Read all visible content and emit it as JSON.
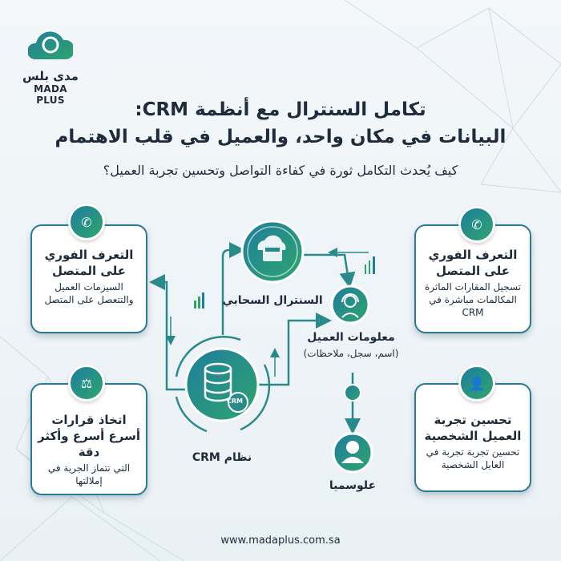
{
  "brand": {
    "name_ar": "مدى بلس",
    "name_en": "MADA PLUS"
  },
  "title": {
    "line1": "تكامل السنترال مع أنظمة CRM:",
    "line2": "البيانات في مكان واحد، والعميل في قلب الاهتمام"
  },
  "subtitle": "كيف يُحدث التكامل ثورة في كفاءة التواصل وتحسين تجربة العميل؟",
  "cards": [
    {
      "icon": "phone-signal-icon",
      "title": "التعرف الفوري على المتصل",
      "text": "السيزمات العميل والتتعصل على المتصل"
    },
    {
      "icon": "scales-icon",
      "title": "اتخاذ قرارات أسرع أسرع وأكثر دقة",
      "text": "التي تتماز الجرية في إملالتها"
    },
    {
      "icon": "phone-chat-icon",
      "title": "التعرف الفوري على المتصل",
      "text": "تسجيل المقارات الماثرة المكالمات مباشرة في CRM"
    },
    {
      "icon": "user-tie-icon",
      "title": "تحسين تجربة العميل الشخصية",
      "text": "تحسين تجربة تجربة في العايل الشخصية"
    }
  ],
  "nodes": {
    "pbx": "السنترال السحابي",
    "crm": "نظام CRM",
    "crm_badge": "CRM",
    "agent": "معلومات العميل",
    "agent_sub": "(اسم، سجل، ملاحظات)",
    "customer": "علوسميا"
  },
  "colors": {
    "teal": "#1f7d9e",
    "green": "#2ea56c",
    "text": "#1d2b3a"
  },
  "footer": "www.madaplus.com.sa"
}
